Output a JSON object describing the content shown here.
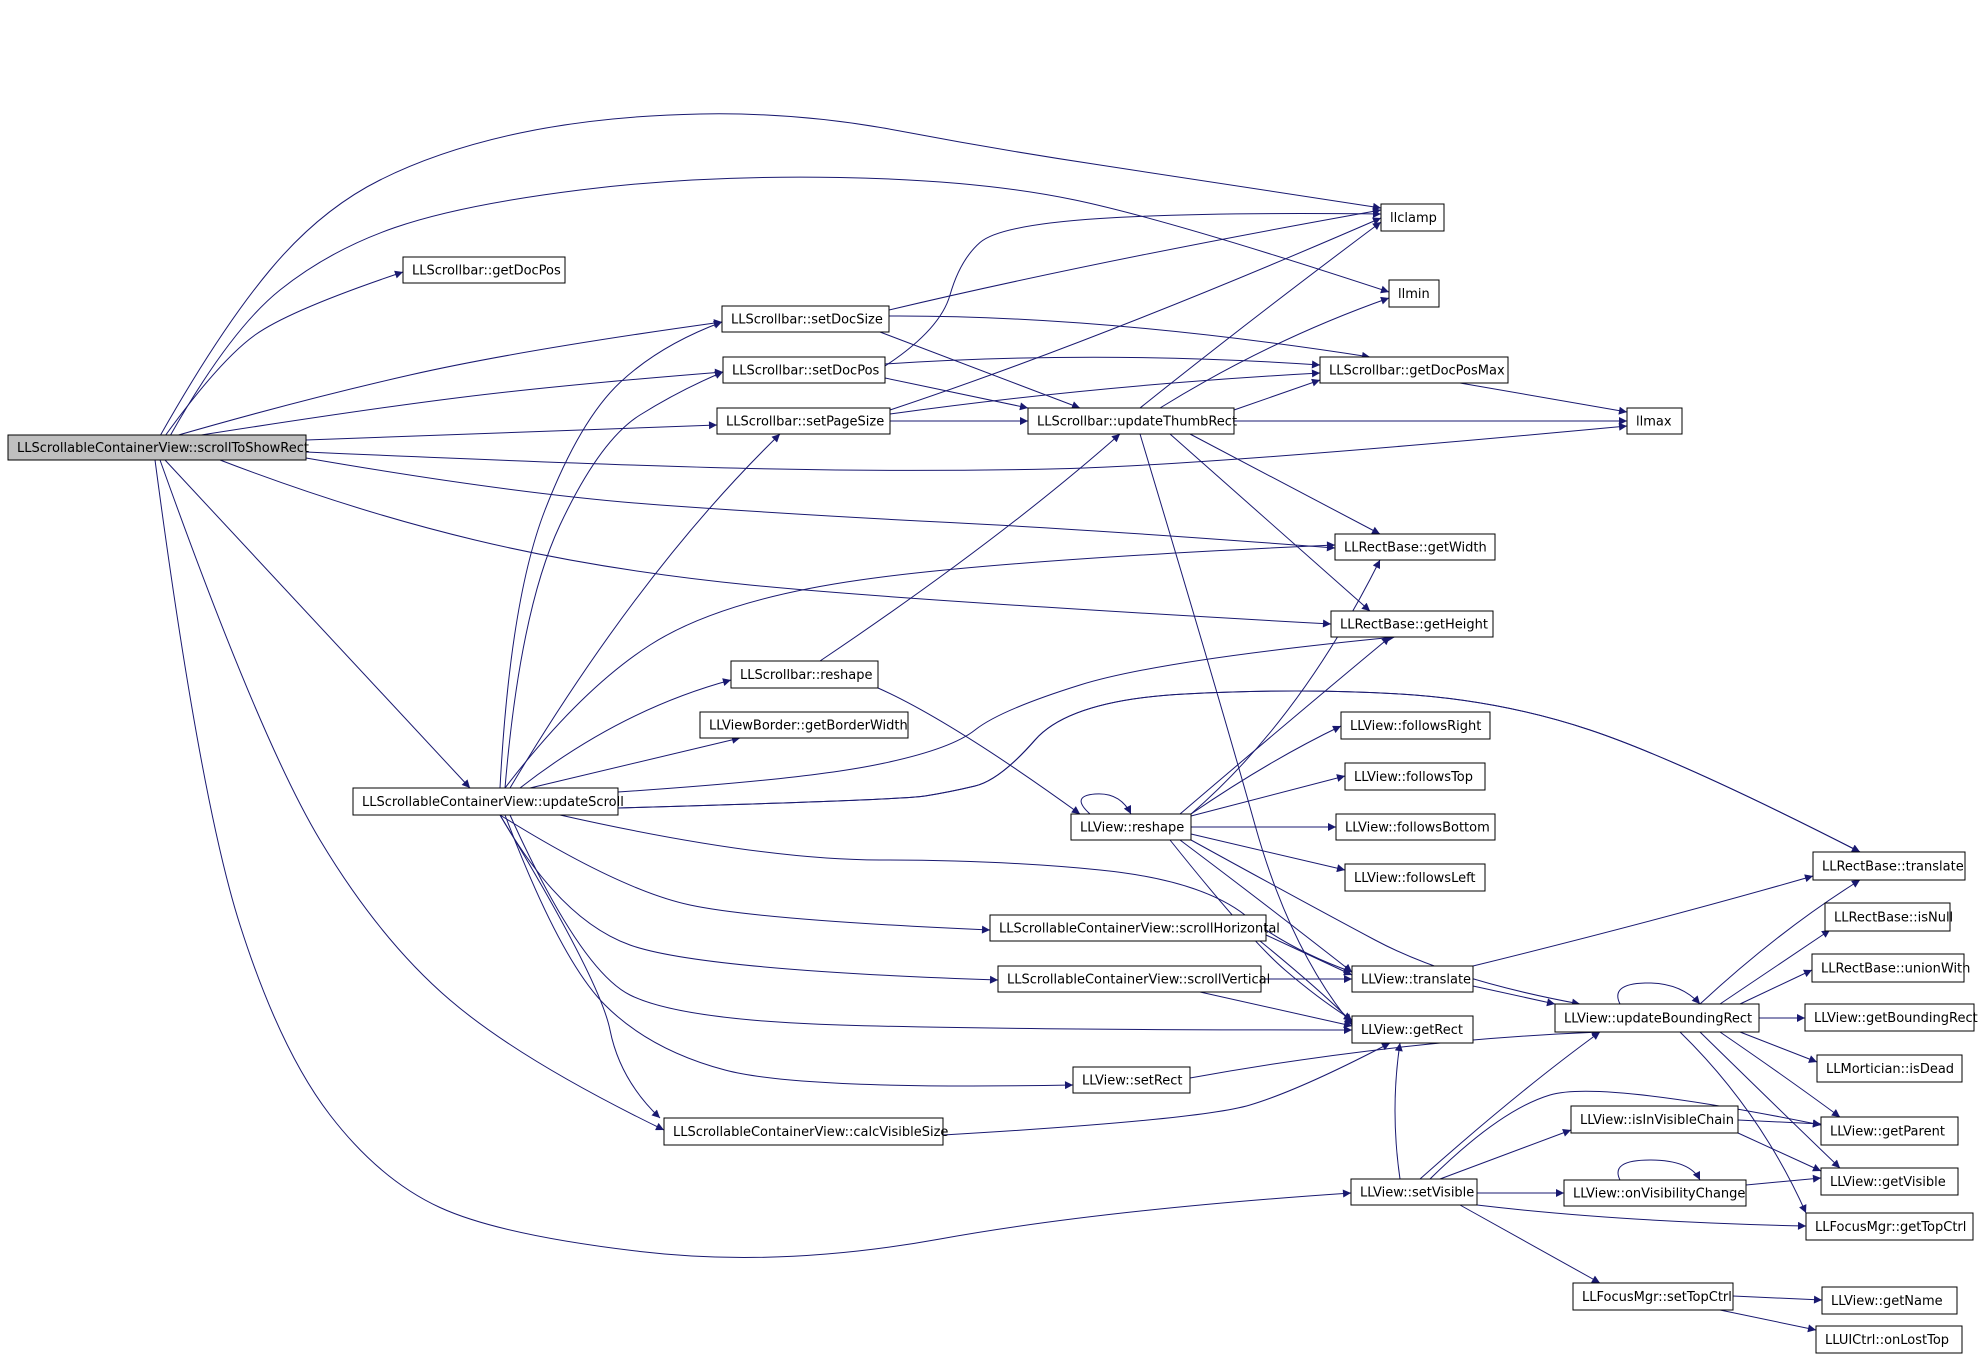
{
  "colors": {
    "edge": "#191970",
    "node_border": "#000000",
    "root_fill": "#bfbfbf",
    "node_fill": "#ffffff"
  },
  "nodes": [
    {
      "id": "root",
      "label": "LLScrollableContainerView::scrollToShowRect",
      "root": true
    },
    {
      "id": "getDocPos",
      "label": "LLScrollbar::getDocPos"
    },
    {
      "id": "setDocSize",
      "label": "LLScrollbar::setDocSize"
    },
    {
      "id": "setDocPos",
      "label": "LLScrollbar::setDocPos"
    },
    {
      "id": "setPageSize",
      "label": "LLScrollbar::setPageSize"
    },
    {
      "id": "llclamp",
      "label": "llclamp"
    },
    {
      "id": "llmin",
      "label": "llmin"
    },
    {
      "id": "getDocPosMax",
      "label": "LLScrollbar::getDocPosMax"
    },
    {
      "id": "updateThumbRect",
      "label": "LLScrollbar::updateThumbRect"
    },
    {
      "id": "llmax",
      "label": "llmax"
    },
    {
      "id": "getWidth",
      "label": "LLRectBase::getWidth"
    },
    {
      "id": "getHeight",
      "label": "LLRectBase::getHeight"
    },
    {
      "id": "sbReshape",
      "label": "LLScrollbar::reshape"
    },
    {
      "id": "getBorderWidth",
      "label": "LLViewBorder::getBorderWidth"
    },
    {
      "id": "updateScroll",
      "label": "LLScrollableContainerView::updateScroll"
    },
    {
      "id": "followsRight",
      "label": "LLView::followsRight"
    },
    {
      "id": "followsTop",
      "label": "LLView::followsTop"
    },
    {
      "id": "viewReshape",
      "label": "LLView::reshape"
    },
    {
      "id": "followsBottom",
      "label": "LLView::followsBottom"
    },
    {
      "id": "followsLeft",
      "label": "LLView::followsLeft"
    },
    {
      "id": "rbTranslate",
      "label": "LLRectBase::translate"
    },
    {
      "id": "isNull",
      "label": "LLRectBase::isNull"
    },
    {
      "id": "scrollHorizontal",
      "label": "LLScrollableContainerView::scrollHorizontal"
    },
    {
      "id": "unionWith",
      "label": "LLRectBase::unionWith"
    },
    {
      "id": "scrollVertical",
      "label": "LLScrollableContainerView::scrollVertical"
    },
    {
      "id": "viewTranslate",
      "label": "LLView::translate"
    },
    {
      "id": "updateBoundingRect",
      "label": "LLView::updateBoundingRect"
    },
    {
      "id": "getBoundingRect",
      "label": "LLView::getBoundingRect"
    },
    {
      "id": "getRect",
      "label": "LLView::getRect"
    },
    {
      "id": "isDead",
      "label": "LLMortician::isDead"
    },
    {
      "id": "setRect",
      "label": "LLView::setRect"
    },
    {
      "id": "isInVisibleChain",
      "label": "LLView::isInVisibleChain"
    },
    {
      "id": "getParent",
      "label": "LLView::getParent"
    },
    {
      "id": "calcVisibleSize",
      "label": "LLScrollableContainerView::calcVisibleSize"
    },
    {
      "id": "getVisible",
      "label": "LLView::getVisible"
    },
    {
      "id": "setVisible",
      "label": "LLView::setVisible"
    },
    {
      "id": "onVisibilityChange",
      "label": "LLView::onVisibilityChange"
    },
    {
      "id": "getTopCtrl",
      "label": "LLFocusMgr::getTopCtrl"
    },
    {
      "id": "setTopCtrl",
      "label": "LLFocusMgr::setTopCtrl"
    },
    {
      "id": "getName",
      "label": "LLView::getName"
    },
    {
      "id": "onLostTop",
      "label": "LLUICtrl::onLostTop"
    }
  ],
  "edges": [
    [
      "root",
      "llclamp"
    ],
    [
      "root",
      "getDocPos"
    ],
    [
      "root",
      "setDocSize"
    ],
    [
      "root",
      "llmin"
    ],
    [
      "root",
      "setDocPos"
    ],
    [
      "root",
      "setPageSize"
    ],
    [
      "root",
      "llmax"
    ],
    [
      "root",
      "getWidth"
    ],
    [
      "root",
      "getHeight"
    ],
    [
      "root",
      "updateScroll"
    ],
    [
      "root",
      "calcVisibleSize"
    ],
    [
      "root",
      "setVisible"
    ],
    [
      "setDocSize",
      "llclamp"
    ],
    [
      "setDocSize",
      "getDocPosMax"
    ],
    [
      "setDocSize",
      "updateThumbRect"
    ],
    [
      "setDocPos",
      "getDocPosMax"
    ],
    [
      "setDocPos",
      "llclamp"
    ],
    [
      "setDocPos",
      "updateThumbRect"
    ],
    [
      "setPageSize",
      "llclamp"
    ],
    [
      "setPageSize",
      "getDocPosMax"
    ],
    [
      "setPageSize",
      "updateThumbRect"
    ],
    [
      "updateThumbRect",
      "llclamp"
    ],
    [
      "updateThumbRect",
      "llmin"
    ],
    [
      "updateThumbRect",
      "getDocPosMax"
    ],
    [
      "updateThumbRect",
      "llmax"
    ],
    [
      "updateThumbRect",
      "getWidth"
    ],
    [
      "updateThumbRect",
      "getHeight"
    ],
    [
      "updateThumbRect",
      "getRect"
    ],
    [
      "getDocPosMax",
      "llmax"
    ],
    [
      "updateScroll",
      "setDocSize"
    ],
    [
      "updateScroll",
      "setDocPos"
    ],
    [
      "updateScroll",
      "setPageSize"
    ],
    [
      "updateScroll",
      "sbReshape"
    ],
    [
      "updateScroll",
      "getBorderWidth"
    ],
    [
      "updateScroll",
      "getWidth"
    ],
    [
      "updateScroll",
      "getHeight"
    ],
    [
      "updateScroll",
      "viewReshape"
    ],
    [
      "updateScroll",
      "rbTranslate"
    ],
    [
      "updateScroll",
      "scrollHorizontal"
    ],
    [
      "updateScroll",
      "scrollVertical"
    ],
    [
      "updateScroll",
      "viewTranslate"
    ],
    [
      "updateScroll",
      "getRect"
    ],
    [
      "updateScroll",
      "setRect"
    ],
    [
      "updateScroll",
      "calcVisibleSize"
    ],
    [
      "sbReshape",
      "updateThumbRect"
    ],
    [
      "sbReshape",
      "viewReshape"
    ],
    [
      "viewReshape",
      "viewReshape"
    ],
    [
      "viewReshape",
      "followsRight"
    ],
    [
      "viewReshape",
      "followsTop"
    ],
    [
      "viewReshape",
      "followsBottom"
    ],
    [
      "viewReshape",
      "followsLeft"
    ],
    [
      "viewReshape",
      "getWidth"
    ],
    [
      "viewReshape",
      "getHeight"
    ],
    [
      "viewReshape",
      "viewTranslate"
    ],
    [
      "viewReshape",
      "getRect"
    ],
    [
      "viewReshape",
      "updateBoundingRect"
    ],
    [
      "scrollHorizontal",
      "viewTranslate"
    ],
    [
      "scrollHorizontal",
      "getRect"
    ],
    [
      "scrollVertical",
      "viewTranslate"
    ],
    [
      "scrollVertical",
      "getRect"
    ],
    [
      "viewTranslate",
      "rbTranslate"
    ],
    [
      "viewTranslate",
      "updateBoundingRect"
    ],
    [
      "setRect",
      "updateBoundingRect"
    ],
    [
      "calcVisibleSize",
      "getRect"
    ],
    [
      "updateBoundingRect",
      "updateBoundingRect"
    ],
    [
      "updateBoundingRect",
      "rbTranslate"
    ],
    [
      "updateBoundingRect",
      "isNull"
    ],
    [
      "updateBoundingRect",
      "unionWith"
    ],
    [
      "updateBoundingRect",
      "getBoundingRect"
    ],
    [
      "updateBoundingRect",
      "isDead"
    ],
    [
      "updateBoundingRect",
      "getParent"
    ],
    [
      "updateBoundingRect",
      "getVisible"
    ],
    [
      "updateBoundingRect",
      "getTopCtrl"
    ],
    [
      "setVisible",
      "updateBoundingRect"
    ],
    [
      "setVisible",
      "getRect"
    ],
    [
      "setVisible",
      "isInVisibleChain"
    ],
    [
      "setVisible",
      "onVisibilityChange"
    ],
    [
      "setVisible",
      "getParent"
    ],
    [
      "setVisible",
      "getTopCtrl"
    ],
    [
      "setVisible",
      "setTopCtrl"
    ],
    [
      "isInVisibleChain",
      "getParent"
    ],
    [
      "isInVisibleChain",
      "getVisible"
    ],
    [
      "onVisibilityChange",
      "onVisibilityChange"
    ],
    [
      "onVisibilityChange",
      "getVisible"
    ],
    [
      "setTopCtrl",
      "getName"
    ],
    [
      "setTopCtrl",
      "onLostTop"
    ]
  ]
}
